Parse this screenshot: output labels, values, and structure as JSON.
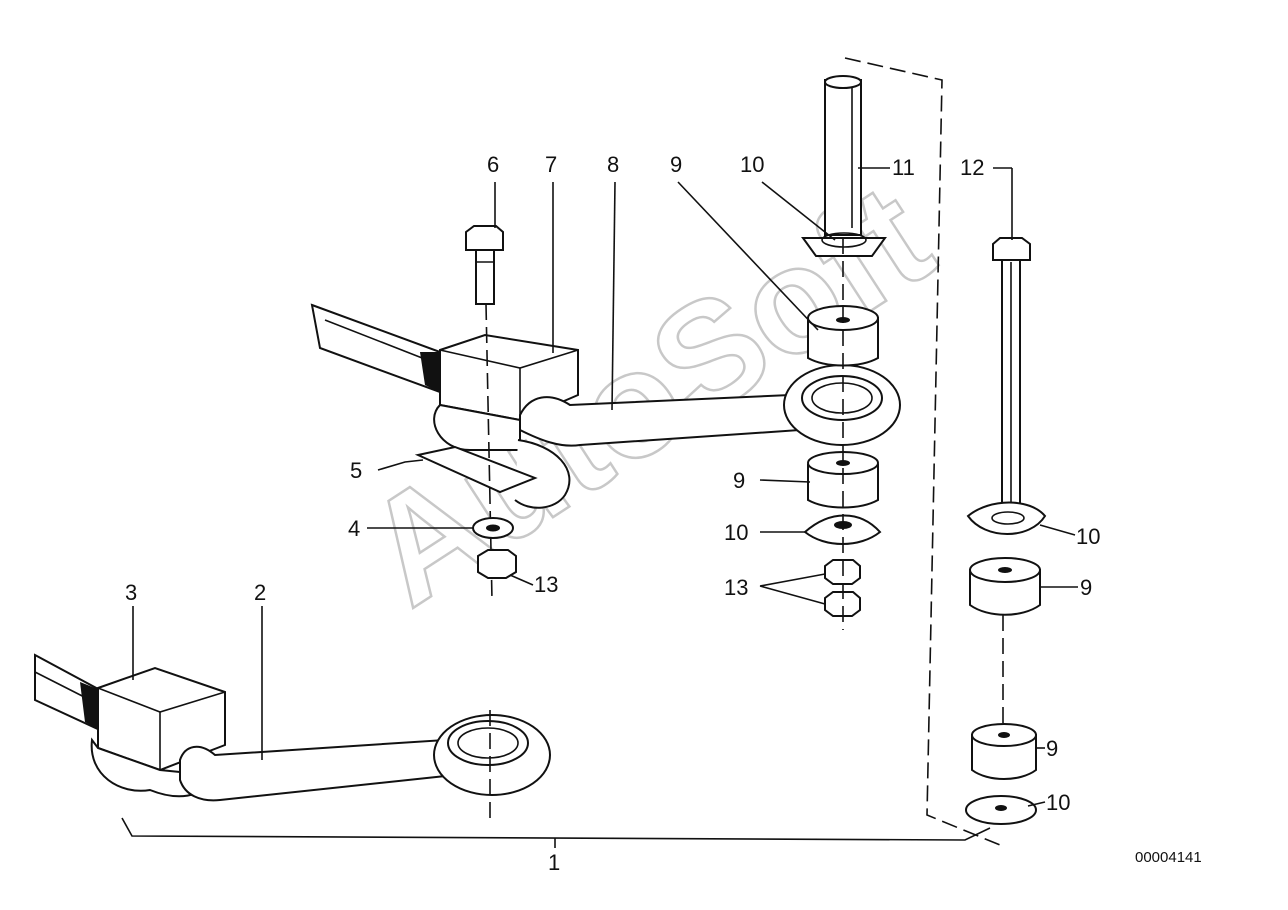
{
  "diagram": {
    "watermark": "AutoSoft",
    "reference_number": "00004141",
    "callouts": {
      "c1": "1",
      "c2": "2",
      "c3": "3",
      "c4": "4",
      "c5": "5",
      "c6": "6",
      "c7": "7",
      "c8": "8",
      "c9a": "9",
      "c9b": "9",
      "c9c": "9",
      "c9d": "9",
      "c10a": "10",
      "c10b": "10",
      "c10c": "10",
      "c10d": "10",
      "c11": "11",
      "c12": "12",
      "c13a": "13",
      "c13b": "13"
    }
  }
}
